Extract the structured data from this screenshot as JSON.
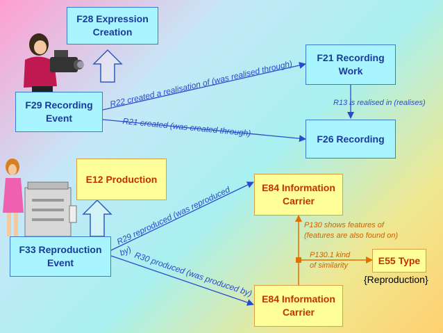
{
  "nodes": {
    "f28": "F28 Expression Creation",
    "f29": "F29 Recording Event",
    "f21": "F21 Recording Work",
    "f26": "F26 Recording",
    "e12": "E12 Production",
    "f33": "F33 Reproduction Event",
    "e84_top": "E84 Information Carrier",
    "e84_bottom": "E84 Information Carrier",
    "e55": "E55 Type"
  },
  "links": {
    "r22": "R22 created a realisation of (was realised through)",
    "r21": "R21 created (was created through)",
    "r13": "R13 is realised in (realises)",
    "r29": "R29 reproduced (was reproduced",
    "r29_by": "by)",
    "r30": "R30 produced (was produced by)",
    "p130_line1": "P130 shows features of",
    "p130_line2": "(features are also found on)",
    "p130_1_line1": "P130.1 kind",
    "p130_1_line2": "of similarity"
  },
  "e55_value": "{Reproduction}",
  "colors": {
    "cyan_fill": "#a8f4ff",
    "yellow_fill": "#ffff9a",
    "arrow_blue": "#2a4acc",
    "arrow_orange": "#e07000"
  }
}
